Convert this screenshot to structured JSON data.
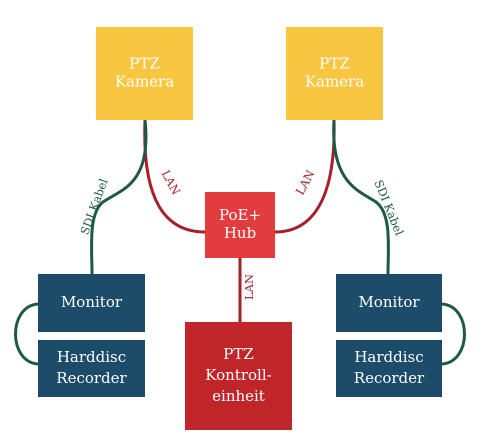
{
  "colors": {
    "camera": "#f9c642",
    "hub": "#e23c3f",
    "controller": "#c0252a",
    "monitor": "#1c4c69",
    "recorder": "#1c4c69",
    "lan_wire": "#a62027",
    "sdi_wire": "#1e5947",
    "cable_text_lan": "#a62027",
    "cable_text_sdi": "#1e5947"
  },
  "nodes": {
    "camera_left": {
      "lines": [
        "PTZ",
        "Kamera"
      ]
    },
    "camera_right": {
      "lines": [
        "PTZ",
        "Kamera"
      ]
    },
    "hub": {
      "lines": [
        "PoE+",
        "Hub"
      ]
    },
    "controller": {
      "lines": [
        "PTZ",
        "Kontroll-",
        "einheit"
      ]
    },
    "monitor_left": {
      "lines": [
        "Monitor"
      ]
    },
    "monitor_right": {
      "lines": [
        "Monitor"
      ]
    },
    "recorder_left": {
      "lines": [
        "Harddisc",
        "Recorder"
      ]
    },
    "recorder_right": {
      "lines": [
        "Harddisc",
        "Recorder"
      ]
    }
  },
  "cables": {
    "lan_left": "LAN",
    "lan_right": "LAN",
    "lan_bottom": "LAN",
    "sdi_left": "SDI Kabel",
    "sdi_right": "SDI Kabel"
  }
}
